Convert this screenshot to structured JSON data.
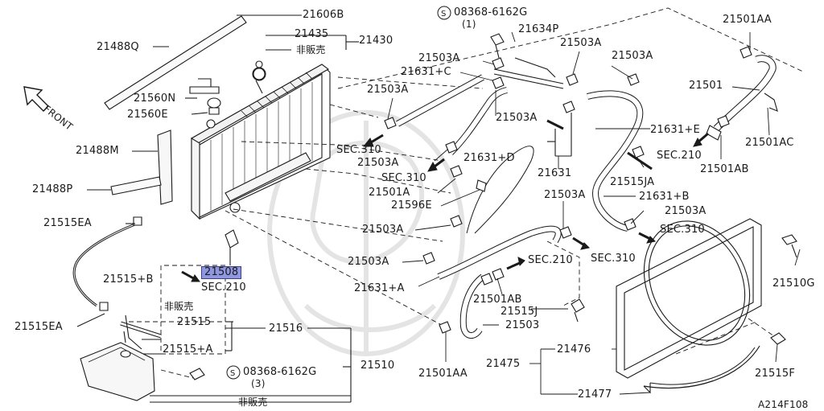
{
  "diagram": {
    "colors": {
      "line": "#1a1a1a",
      "highlight": "#8f97e0",
      "watermark": "#e4e4e4"
    },
    "labels": {
      "p21606B": "21606B",
      "p21488Q": "21488Q",
      "p21435": "21435",
      "p21430": "21430",
      "not_sold_1": "非販売",
      "p21560N": "21560N",
      "p21560E": "21560E",
      "p21488M": "21488M",
      "p21488P": "21488P",
      "p21515EA_1": "21515EA",
      "p21515B": "21515+B",
      "p21515EA_2": "21515EA",
      "not_sold_2": "非販売",
      "p21515": "21515",
      "p21516": "21516",
      "p21515A": "21515+A",
      "p21510": "21510",
      "bolt_1": "08368-6162G",
      "bolt_1_qty": "(1)",
      "bolt_3": "08368-6162G",
      "bolt_3_qty": "(3)",
      "not_sold_3": "非販売",
      "p21508": "21508",
      "sec210_a": "SEC.210",
      "front": "FRONT",
      "p21634P": "21634P",
      "p21503A_1": "21503A",
      "p21503A_2": "21503A",
      "p21631C": "21631+C",
      "p21503A_3": "21503A",
      "p21503A_4": "21503A",
      "sec310_a": "SEC.310",
      "p21503A_5": "21503A",
      "p21631D": "21631+D",
      "sec310_b": "SEC.310",
      "p21501A": "21501A",
      "p21596E": "21596E",
      "p21631": "21631",
      "p21503A_6": "21503A",
      "p21503A_7": "21503A",
      "p21631A": "21631+A",
      "p21501AA_top": "21501AA",
      "p21501": "21501",
      "p21631E": "21631+E",
      "p21501AC": "21501AC",
      "sec210_b": "SEC.210",
      "p21501AB_1": "21501AB",
      "p21515JA": "21515JA",
      "p21631B": "21631+B",
      "p21503A_8": "21503A",
      "p21503A_9": "21503A",
      "sec310_c": "SEC.310",
      "sec210_c": "SEC.210",
      "sec310_d": "SEC.310",
      "p21501AB_2": "21501AB",
      "p21515J": "21515J",
      "p21503": "21503",
      "p21501AA_bot": "21501AA",
      "p21476": "21476",
      "p21475": "21475",
      "p21477": "21477",
      "p21510G": "21510G",
      "p21515F": "21515F",
      "code": "A214F108"
    }
  }
}
